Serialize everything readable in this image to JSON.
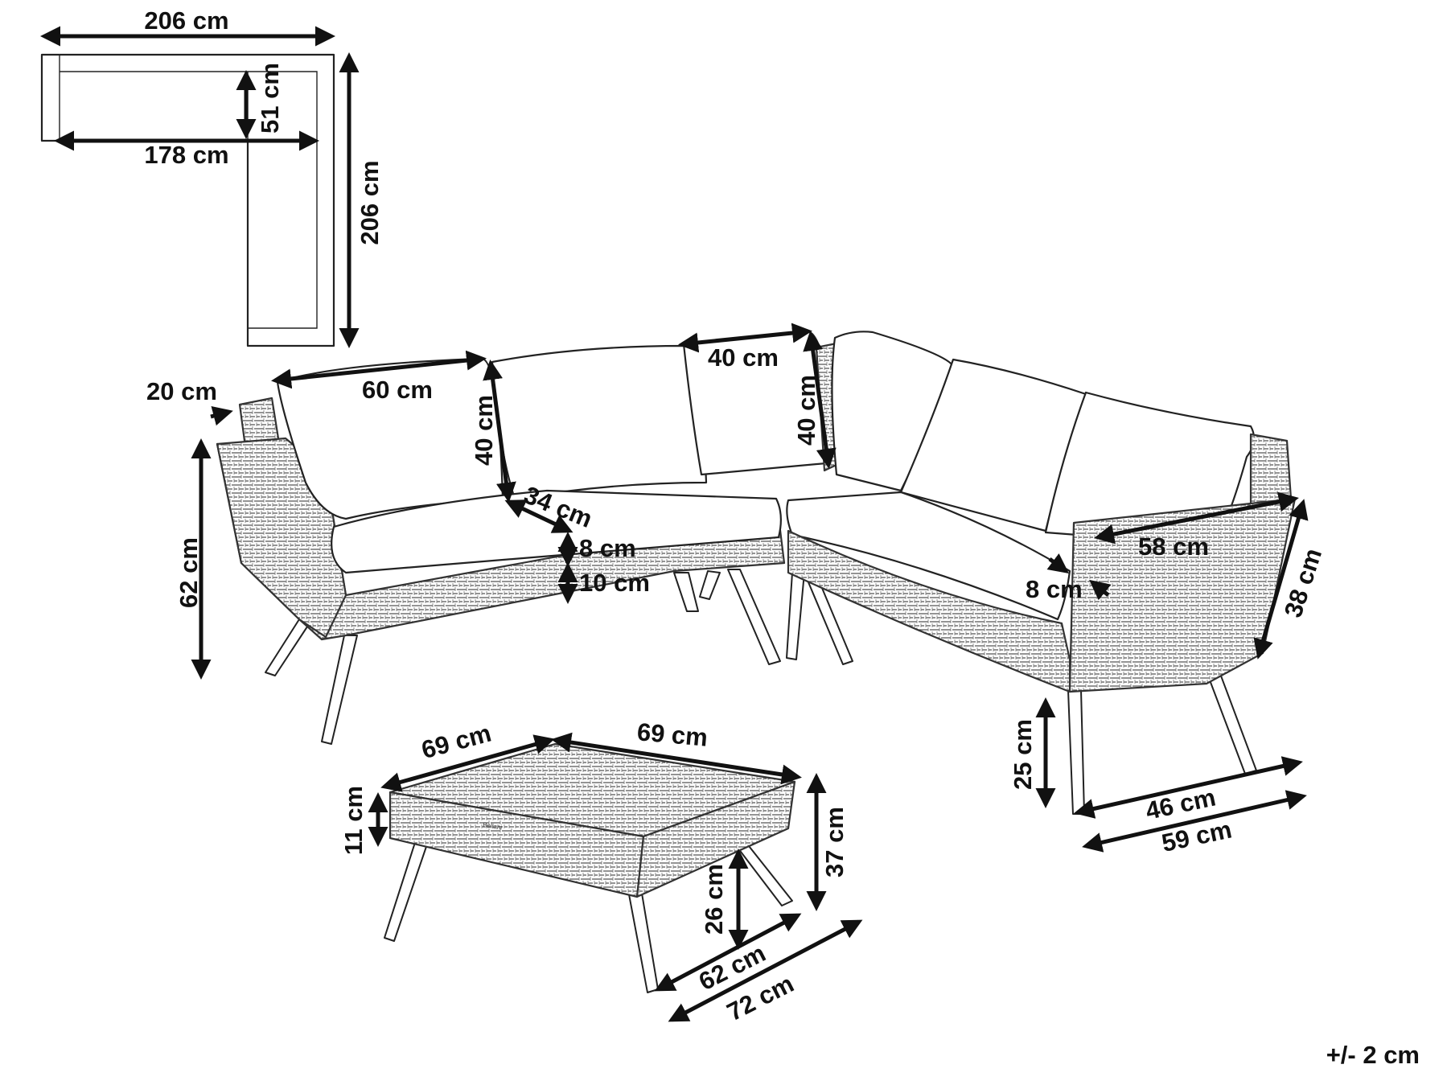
{
  "top_view": {
    "width_top": "206 cm",
    "depth": "51 cm",
    "inner_length": "178 cm",
    "length_side": "206 cm"
  },
  "sofa": {
    "armrest_width": "20 cm",
    "backrest_width": "60 cm",
    "back_cushion_height": "40 cm",
    "corner_width": "40 cm",
    "corner_height": "40 cm",
    "seat_depth": "34 cm",
    "seat_cushion": "8 cm",
    "seat_frame": "10 cm",
    "total_height": "62 cm",
    "armrest_length": "58 cm",
    "armrest_height": "38 cm",
    "armrest_inner": "8 cm",
    "leg_height": "25 cm",
    "inner_depth": "46 cm",
    "outer_depth": "59 cm"
  },
  "table": {
    "width_left": "69 cm",
    "width_right": "69 cm",
    "top_thickness": "11 cm",
    "total_height": "37 cm",
    "leg_height": "26 cm",
    "inner_width": "62 cm",
    "outer_width": "72 cm",
    "logo": "Beliani"
  },
  "tolerance": "+/- 2 cm"
}
